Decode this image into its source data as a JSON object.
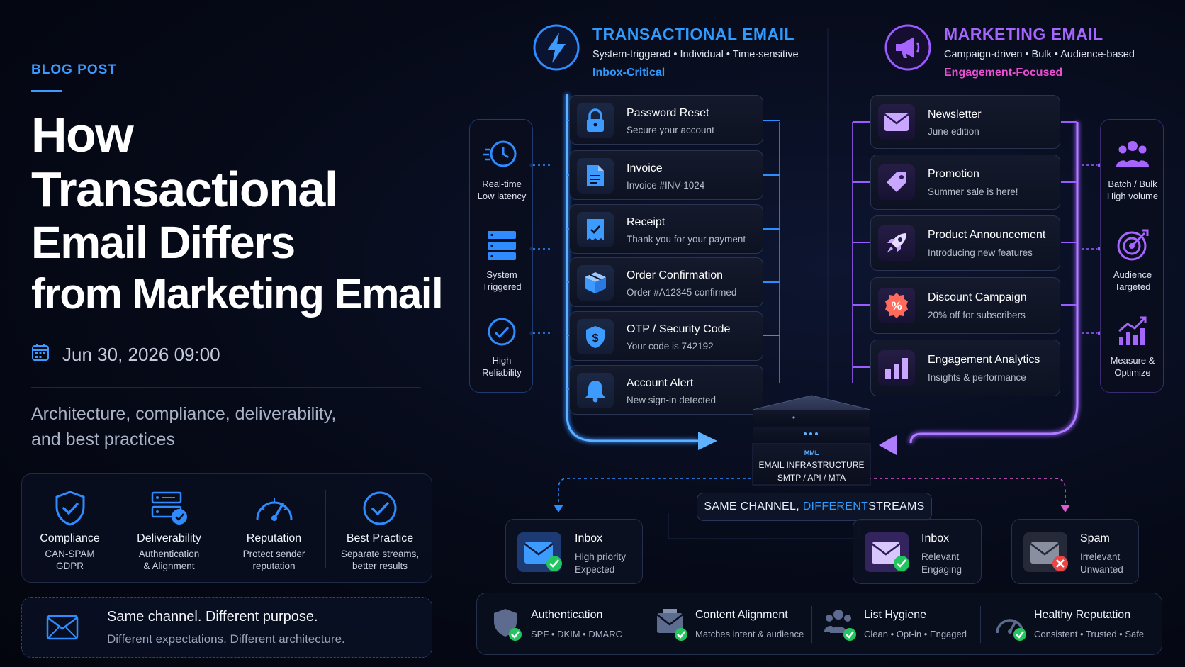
{
  "left": {
    "tag": "BLOG POST",
    "title_lines": [
      "How",
      "Transactional",
      "Email Differs",
      "from Marketing Email"
    ],
    "date": "Jun 30, 2026 09:00",
    "subtitle_lines": [
      "Architecture, compliance, deliverability,",
      "and best practices"
    ],
    "features": [
      {
        "icon": "shield-check-icon",
        "title": "Compliance",
        "desc": [
          "CAN-SPAM",
          "GDPR"
        ]
      },
      {
        "icon": "server-check-icon",
        "title": "Deliverability",
        "desc": [
          "Authentication",
          "& Alignment"
        ]
      },
      {
        "icon": "gauge-icon",
        "title": "Reputation",
        "desc": [
          "Protect sender",
          "reputation"
        ]
      },
      {
        "icon": "check-circle-icon",
        "title": "Best Practice",
        "desc": [
          "Separate streams,",
          "better results"
        ]
      }
    ],
    "purpose": {
      "main": "Same channel. Different purpose.",
      "sub": "Different expectations. Different architecture."
    }
  },
  "transactional": {
    "title": "TRANSACTIONAL EMAIL",
    "subtitle": "System-triggered • Individual • Time-sensitive",
    "tag": "Inbox-Critical",
    "color": "#2f8cff",
    "cards": [
      {
        "icon": "lock-icon",
        "title": "Password Reset",
        "sub": "Secure your account"
      },
      {
        "icon": "document-icon",
        "title": "Invoice",
        "sub": "Invoice #INV-1024"
      },
      {
        "icon": "receipt-icon",
        "title": "Receipt",
        "sub": "Thank you for your payment"
      },
      {
        "icon": "box-icon",
        "title": "Order Confirmation",
        "sub": "Order #A12345 confirmed"
      },
      {
        "icon": "dollar-shield-icon",
        "title": "OTP / Security Code",
        "sub": "Your code is 742192"
      },
      {
        "icon": "bell-icon",
        "title": "Account Alert",
        "sub": "New sign-in detected"
      }
    ],
    "rail": [
      {
        "icon": "clock-speed-icon",
        "lines": [
          "Real-time",
          "Low latency"
        ]
      },
      {
        "icon": "server-stack-icon",
        "lines": [
          "System",
          "Triggered"
        ]
      },
      {
        "icon": "check-circle-icon",
        "lines": [
          "High",
          "Reliability"
        ]
      }
    ]
  },
  "marketing": {
    "title": "MARKETING EMAIL",
    "subtitle": "Campaign-driven • Bulk • Audience-based",
    "tag": "Engagement-Focused",
    "color": "#a765ff",
    "tag_color": "#e94fd0",
    "cards": [
      {
        "icon": "envelope-icon",
        "title": "Newsletter",
        "sub": "June edition"
      },
      {
        "icon": "tag-icon",
        "title": "Promotion",
        "sub": "Summer sale is here!"
      },
      {
        "icon": "rocket-icon",
        "title": "Product Announcement",
        "sub": "Introducing new features"
      },
      {
        "icon": "percent-badge-icon",
        "title": "Discount Campaign",
        "sub": "20% off for subscribers"
      },
      {
        "icon": "bar-chart-icon",
        "title": "Engagement Analytics",
        "sub": "Insights & performance"
      }
    ],
    "rail": [
      {
        "icon": "people-icon",
        "lines": [
          "Batch / Bulk",
          "High volume"
        ]
      },
      {
        "icon": "target-icon",
        "lines": [
          "Audience",
          "Targeted"
        ]
      },
      {
        "icon": "trend-chart-icon",
        "lines": [
          "Measure &",
          "Optimize"
        ]
      }
    ]
  },
  "infrastructure": {
    "logo": "MML",
    "line1": "EMAIL INFRASTRUCTURE",
    "line2": "SMTP / API / MTA",
    "streams_pre": "SAME CHANNEL, ",
    "streams_hl": "DIFFERENT",
    "streams_post": " STREAMS"
  },
  "destinations": [
    {
      "name": "Inbox",
      "lines": [
        "High priority",
        "Expected"
      ],
      "status": "ok"
    },
    {
      "name": "Inbox",
      "lines": [
        "Relevant",
        "Engaging"
      ],
      "status": "ok"
    },
    {
      "name": "Spam",
      "lines": [
        "Irrelevant",
        "Unwanted"
      ],
      "status": "bad"
    }
  ],
  "bottom": [
    {
      "icon": "shield-check-icon",
      "title": "Authentication",
      "desc": "SPF • DKIM • DMARC"
    },
    {
      "icon": "envelope-check-icon",
      "title": "Content Alignment",
      "desc": "Matches intent & audience"
    },
    {
      "icon": "people-check-icon",
      "title": "List Hygiene",
      "desc": "Clean • Opt-in • Engaged"
    },
    {
      "icon": "gauge-check-icon",
      "title": "Healthy Reputation",
      "desc": "Consistent • Trusted • Safe"
    }
  ]
}
